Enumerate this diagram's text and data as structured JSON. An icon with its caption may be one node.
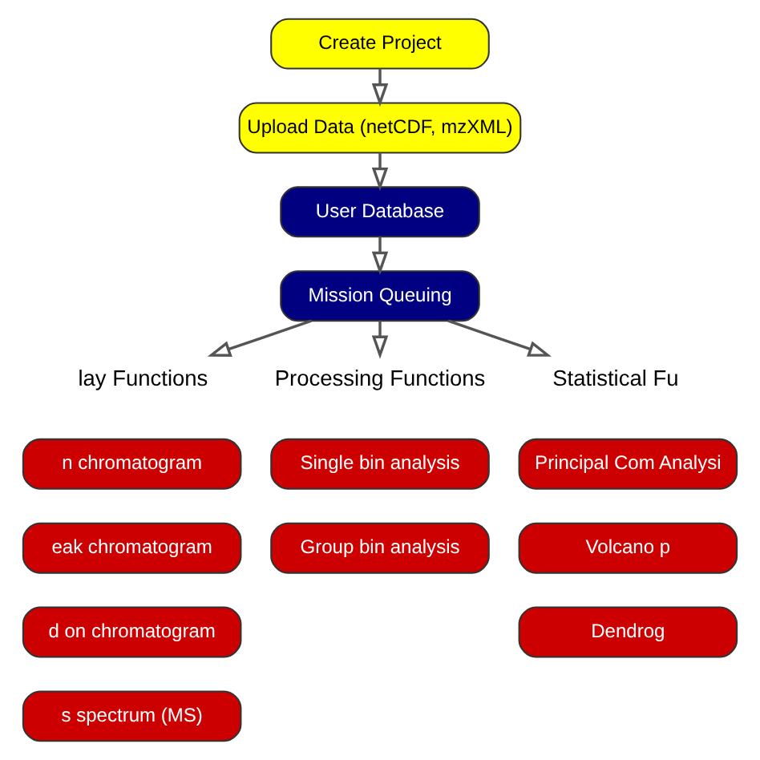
{
  "diagram": {
    "nodes": [
      {
        "text": [
          "Create Project"
        ]
      },
      {
        "text": [
          "Upload Data (netCDF, mzXML)"
        ]
      },
      {
        "text": [
          "User Database"
        ]
      },
      {
        "text": [
          "Mission Queuing"
        ]
      },
      {
        "text": [
          "lay Functions"
        ]
      },
      {
        "text": [
          "n chromatogram"
        ]
      },
      {
        "text": [
          "eak chromatogram"
        ]
      },
      {
        "text": [
          "d on chromatogram"
        ]
      },
      {
        "text": [
          "s spectrum (MS)"
        ]
      },
      {
        "text": [
          "Processing Functions"
        ]
      },
      {
        "text": [
          "Single bin analysis"
        ]
      },
      {
        "text": [
          "Group bin analysis"
        ]
      },
      {
        "text": [
          "Statistical Fu"
        ]
      },
      {
        "text": [
          "Principal Com Analysi"
        ]
      },
      {
        "text": [
          "Volcano p"
        ]
      },
      {
        "text": [
          "Dendrog"
        ]
      }
    ],
    "edges": [
      {
        "from": 0,
        "to": 1,
        "arrow": "to"
      },
      {
        "from": 1,
        "to": 2,
        "arrow": "to"
      },
      {
        "from": 2,
        "to": 3,
        "arrow": "to"
      },
      {
        "from": 3,
        "to": 4,
        "arrow": "to"
      },
      {
        "from": 3,
        "to": 9,
        "arrow": "to"
      },
      {
        "from": 3,
        "to": 12,
        "arrow": "to"
      }
    ]
  }
}
